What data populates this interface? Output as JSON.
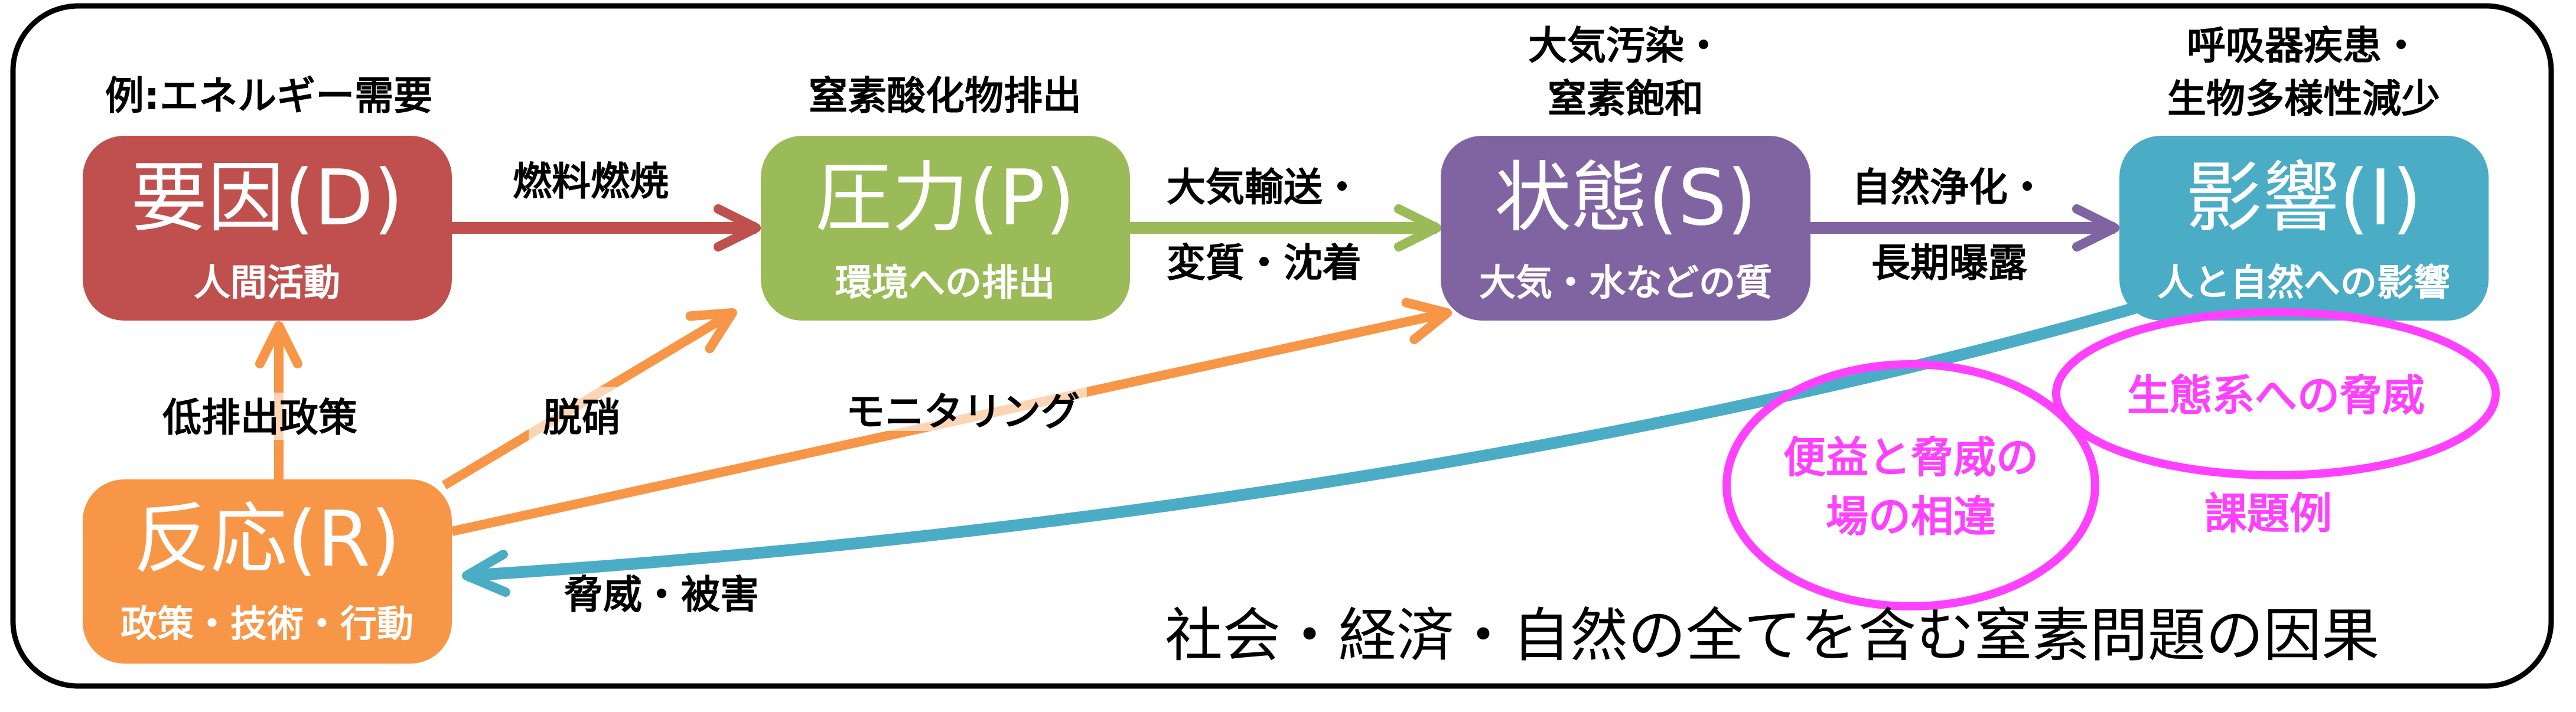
{
  "colors": {
    "driver": "#C0504D",
    "pressure": "#9BBB59",
    "state": "#8064A2",
    "impact": "#4BACC6",
    "response": "#F79646",
    "highlight": "#FF40FF",
    "border": "#000000"
  },
  "nodes": {
    "driver": {
      "title": "要因(D)",
      "subtitle": "人間活動",
      "example": "例:エネルギー需要"
    },
    "pressure": {
      "title": "圧力(P)",
      "subtitle": "環境への排出",
      "example": "窒素酸化物排出"
    },
    "state": {
      "title": "状態(S)",
      "subtitle": "大気・水などの質",
      "example_line1": "大気汚染・",
      "example_line2": "窒素飽和"
    },
    "impact": {
      "title": "影響(I)",
      "subtitle": "人と自然への影響",
      "example_line1": "呼吸器疾患・",
      "example_line2": "生物多様性減少"
    },
    "response": {
      "title": "反応(R)",
      "subtitle": "政策・技術・行動"
    }
  },
  "links": {
    "d_to_p": "燃料燃焼",
    "p_to_s_line1": "大気輸送・",
    "p_to_s_line2": "変質・沈着",
    "s_to_i_line1": "自然浄化・",
    "s_to_i_line2": "長期曝露",
    "r_to_d": "低排出政策",
    "r_to_p": "脱硝",
    "r_to_s": "モニタリング",
    "i_to_r": "脅威・被害"
  },
  "issues": {
    "label": "課題例",
    "items": [
      {
        "line1": "便益と脅威の",
        "line2": "場の相違"
      },
      {
        "line1": "生態系への脅威"
      }
    ]
  },
  "caption": "社会・経済・自然の全てを含む窒素問題の因果"
}
